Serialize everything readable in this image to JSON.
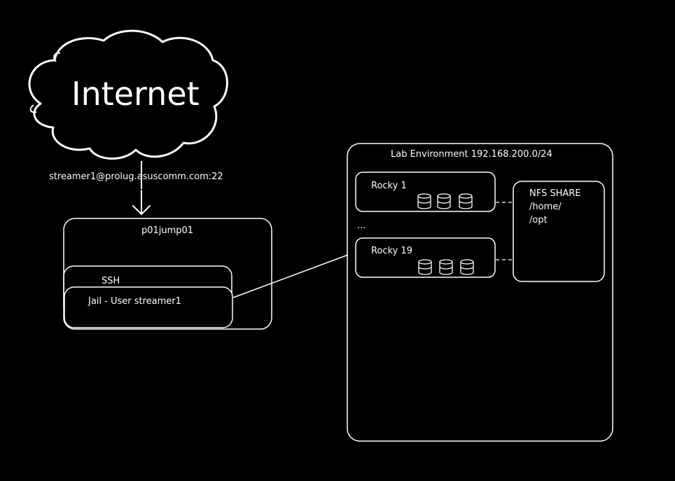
{
  "cloud": {
    "label": "Internet"
  },
  "connection": {
    "label": "streamer1@prolug.asuscomm.com:22"
  },
  "jumpbox": {
    "title": "p01jump01",
    "ssh_label": "SSH",
    "jail_label": "Jail - User streamer1"
  },
  "lab": {
    "title": "Lab Environment 192.168.200.0/24",
    "nodes": [
      {
        "label": "Rocky 1"
      },
      {
        "label": "Rocky 19"
      }
    ],
    "ellipsis": "...",
    "nfs": {
      "title": "NFS SHARE",
      "paths": [
        "/home/",
        "/opt"
      ]
    }
  },
  "colors": {
    "background": "#000000",
    "stroke": "#ffffff"
  }
}
